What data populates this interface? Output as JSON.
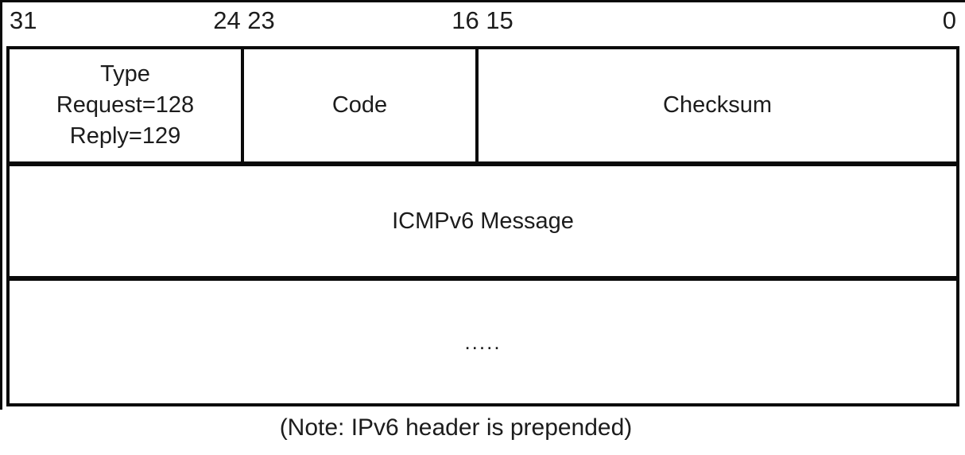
{
  "diagram": {
    "bit_labels": [
      "31",
      "24 23",
      "16 15",
      "0"
    ],
    "row1": {
      "type_field": {
        "line1": "Type",
        "line2": "Request=128",
        "line3": "Reply=129"
      },
      "code_field": "Code",
      "checksum_field": "Checksum"
    },
    "row2": {
      "message_field": "ICMPv6 Message"
    },
    "row3": {
      "continuation_field": "....."
    },
    "note": "(Note: IPv6 header is prepended)",
    "colors": {
      "border": "#0a0a0a",
      "text": "#1c1c1c",
      "background": "#ffffff"
    }
  }
}
